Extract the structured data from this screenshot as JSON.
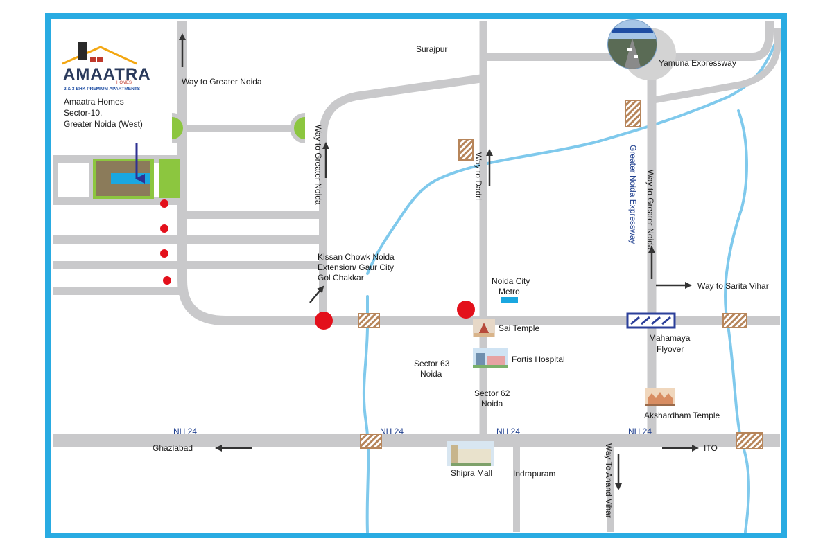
{
  "brand": {
    "name": "AMAATRA",
    "sub": "HOMES",
    "tagline": "2 & 3 BHK PREMIUM APARTMENTS",
    "address_lines": [
      "Amaatra Homes",
      "Sector-10,",
      "Greater Noida (West)"
    ]
  },
  "labels": {
    "way_greater_noida_top": "Way to Greater Noida",
    "way_greater_noida_vertical": "Way to Greater Noida",
    "surajpur": "Surajpur",
    "yamuna_expressway": "Yamuna Expressway",
    "way_to_dadri": "Way to Dadri",
    "greater_noida_expressway": "Greater Noida Expressway",
    "way_greater_noida_right": "Way to Greater Noida",
    "way_to_sarita_vihar": "Way to Sarita Vihar",
    "kissan_chowk": [
      "Kissan Chowk Noida",
      "Extension/ Gaur City",
      "Gol Chakkar"
    ],
    "noida_city_metro": [
      "Noida City",
      "Metro"
    ],
    "sai_temple": "Sai Temple",
    "mahamaya_flyover": [
      "Mahamaya",
      "Flyover"
    ],
    "sector_63": [
      "Sector 63",
      "Noida"
    ],
    "fortis_hospital": "Fortis Hospital",
    "sector_62": [
      "Sector 62",
      "Noida"
    ],
    "akshardham_temple": "Akshardham Temple",
    "nh24": "NH 24",
    "ghaziabad": "Ghaziabad",
    "ito": "ITO",
    "shipra_mall": "Shipra Mall",
    "indrapuram": "Indrapuram",
    "way_to_anand_vihar": "Way To Anand Vihar"
  },
  "colors": {
    "frame": "#29abe2",
    "road": "#c9c9cb",
    "river": "#7fc9ec",
    "marker": "#e3101b",
    "arrow": "#333333",
    "toll": "#b7855a",
    "flyover": "#2b3f9a",
    "metro": "#1aa7e0",
    "park": "#8cc63f",
    "site_arrow": "#2e3192"
  }
}
